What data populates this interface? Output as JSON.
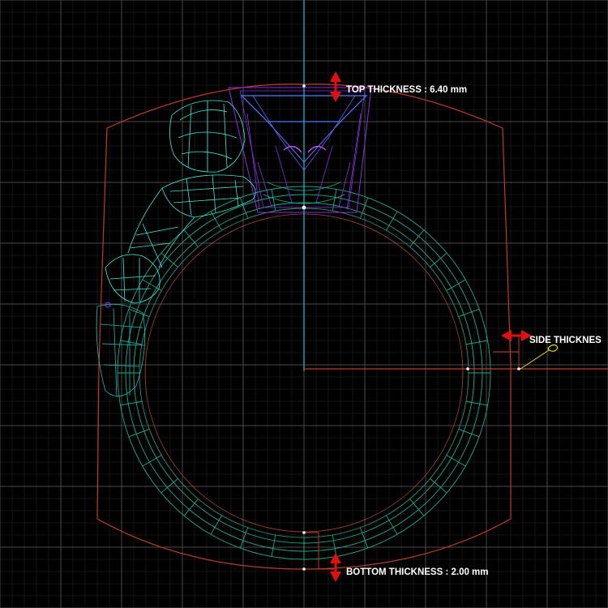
{
  "viewport": {
    "background_color": "#000000",
    "grid_color": "#4a4a4a",
    "grid_subdiv_color": "#2a2a2a"
  },
  "colors": {
    "axis": "#19c3d6",
    "profile": "#c03a2a",
    "shank_wire": "#1faa8c",
    "shank_inner": "#2f8f7a",
    "setting_wire": "#8a2be2",
    "setting_blue": "#4a7bff",
    "stone_wire": "#3fe8d8",
    "marker": "#e01010",
    "annotation": "#e8e010",
    "text": "#ffffff"
  },
  "measurements": {
    "top": {
      "label": "TOP THICKNESS : 6.40 mm",
      "value_mm": 6.4
    },
    "side": {
      "label": "SIDE THICKNES"
    },
    "bottom": {
      "label": "BOTTOM THICKNESS : 2.00 mm",
      "value_mm": 2.0
    }
  },
  "icons": {
    "top_marker": "vertical-double-arrow-icon",
    "side_marker": "horizontal-double-arrow-icon",
    "bottom_marker": "vertical-double-arrow-icon",
    "side_callout": "callout-loop-icon"
  }
}
